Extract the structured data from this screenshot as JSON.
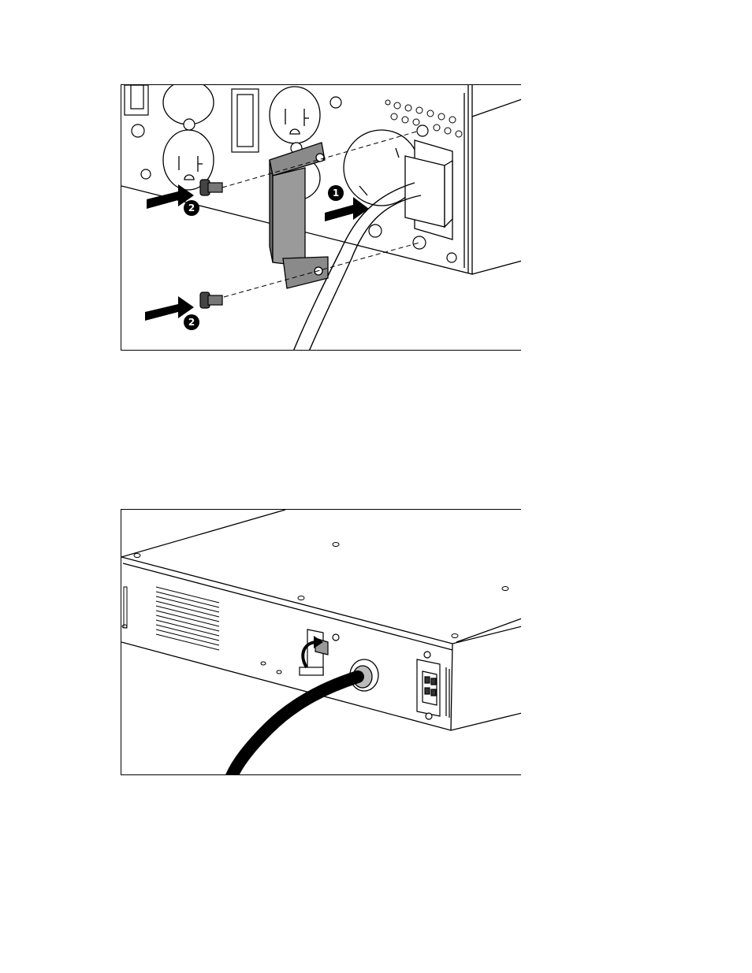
{
  "figures": [
    {
      "id": "bracket-installation",
      "callouts": [
        {
          "label": "1",
          "target": "power-cord-plug"
        },
        {
          "label": "2",
          "target": "upper-screw"
        },
        {
          "label": "2",
          "target": "lower-screw"
        }
      ],
      "icons": [
        "arrow-icon",
        "screw-icon",
        "bracket",
        "power-cord",
        "receptacle"
      ]
    },
    {
      "id": "cord-retention",
      "icons": [
        "curved-arrow-icon",
        "cord-clip",
        "power-cord",
        "vent-slots",
        "connector-port"
      ]
    }
  ]
}
